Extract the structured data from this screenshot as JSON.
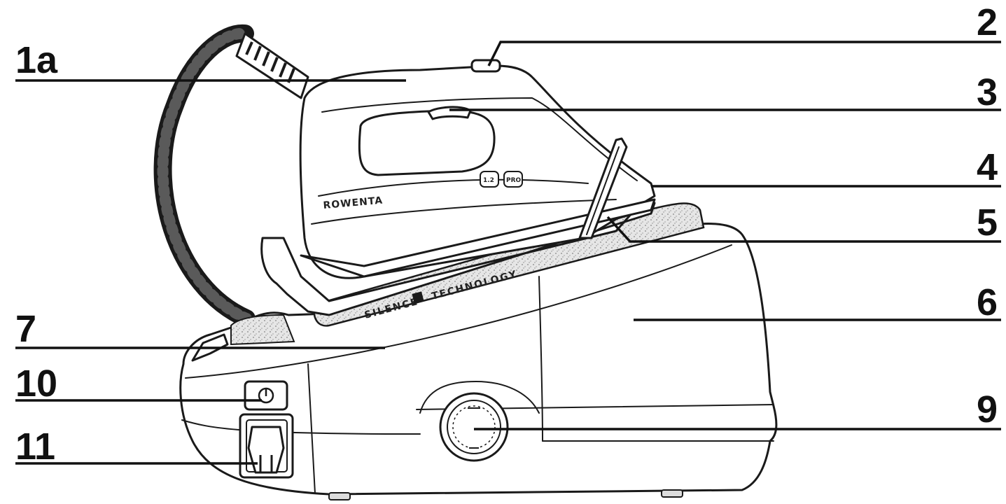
{
  "diagram": {
    "callouts": [
      {
        "id": "1a",
        "label": "1a"
      },
      {
        "id": "2",
        "label": "2"
      },
      {
        "id": "3",
        "label": "3"
      },
      {
        "id": "4",
        "label": "4"
      },
      {
        "id": "5",
        "label": "5"
      },
      {
        "id": "6",
        "label": "6"
      },
      {
        "id": "7",
        "label": "7"
      },
      {
        "id": "10",
        "label": "10"
      },
      {
        "id": "9",
        "label": "9"
      },
      {
        "id": "11",
        "label": "11"
      }
    ],
    "printed_text": {
      "base_band": "SILENCE",
      "base_band_2": "TECHNOLOGY",
      "brand": "ROWENTA",
      "icon_a": "1.2",
      "icon_b": "PRO"
    }
  }
}
